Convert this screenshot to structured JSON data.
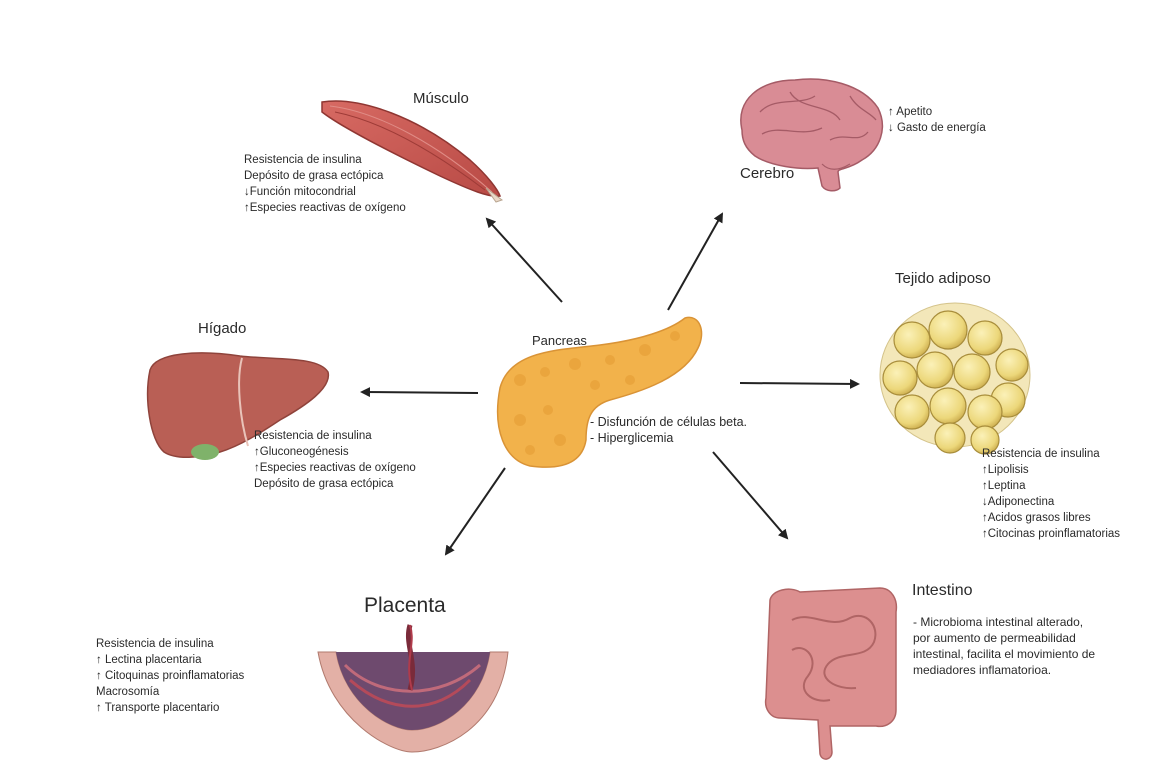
{
  "pancreas": {
    "title": "Pancreas",
    "effects": [
      "- Disfunción de células beta.",
      "- Hiperglicemia"
    ]
  },
  "musculo": {
    "title": "Músculo",
    "effects": [
      "Resistencia de insulina",
      "Depósito de grasa ectópica",
      "↓Función mitocondrial",
      "↑Especies reactivas de oxígeno"
    ]
  },
  "cerebro": {
    "title": "Cerebro",
    "effects": [
      "↑ Apetito",
      "↓ Gasto de energía"
    ]
  },
  "tejido": {
    "title": "Tejido adiposo",
    "effects": [
      "Resistencia de insulina",
      "↑Lipolisis",
      "↑Leptina",
      "↓Adiponectina",
      "↑Acidos grasos libres",
      "↑Citocinas proinflamatorias"
    ]
  },
  "higado": {
    "title": "Hígado",
    "effects": [
      "Resistencia de insulina",
      "↑Gluconeogénesis",
      "↑Especies reactivas de oxígeno",
      "Depósito de grasa ectópica"
    ]
  },
  "placenta": {
    "title": "Placenta",
    "effects": [
      "Resistencia de insulina",
      "↑ Lectina placentaria",
      "↑ Citoquinas proinflamatorias",
      "Macrosomía",
      "↑ Transporte placentario"
    ]
  },
  "intestino": {
    "title": "Intestino",
    "description": "- Microbioma intestinal alterado, por aumento de permeabilidad intestinal, facilita el movimiento de mediadores inflamatorioa."
  }
}
